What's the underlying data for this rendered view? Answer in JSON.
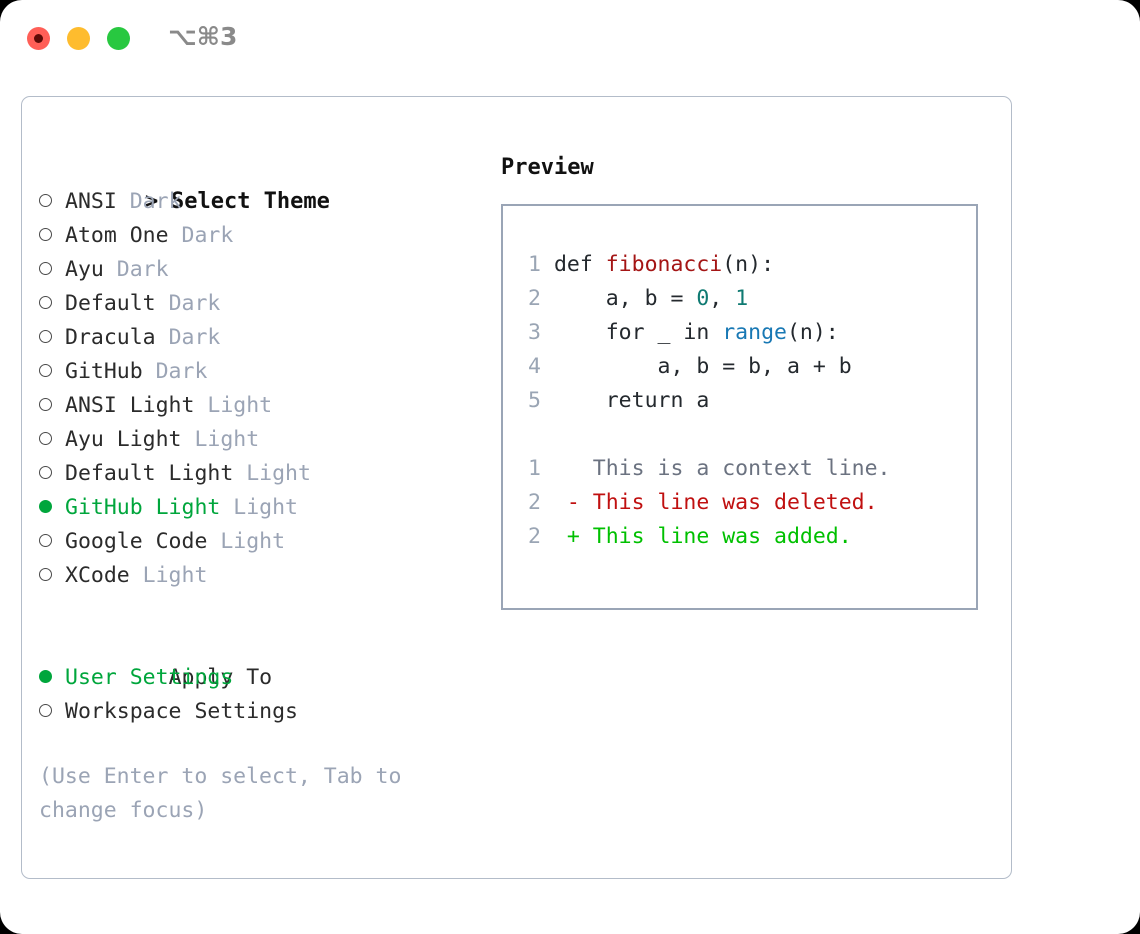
{
  "window": {
    "shortcut": "⌥⌘3",
    "traffic_lights": {
      "close": "#ff5f57",
      "minimize": "#febc2e",
      "maximize": "#28c840"
    }
  },
  "theme_picker": {
    "heading": "Select Theme",
    "heading_marker": ">",
    "items": [
      {
        "marker": "○",
        "label": "ANSI",
        "badge": "Dark",
        "selected": false
      },
      {
        "marker": "○",
        "label": "Atom One",
        "badge": "Dark",
        "selected": false
      },
      {
        "marker": "○",
        "label": "Ayu",
        "badge": "Dark",
        "selected": false
      },
      {
        "marker": "○",
        "label": "Default",
        "badge": "Dark",
        "selected": false
      },
      {
        "marker": "○",
        "label": "Dracula",
        "badge": "Dark",
        "selected": false
      },
      {
        "marker": "○",
        "label": "GitHub",
        "badge": "Dark",
        "selected": false
      },
      {
        "marker": "○",
        "label": "ANSI Light",
        "badge": "Light",
        "selected": false
      },
      {
        "marker": "○",
        "label": "Ayu Light",
        "badge": "Light",
        "selected": false
      },
      {
        "marker": "○",
        "label": "Default Light",
        "badge": "Light",
        "selected": false
      },
      {
        "marker": "●",
        "label": "GitHub Light",
        "badge": "Light",
        "selected": true
      },
      {
        "marker": "○",
        "label": "Google Code",
        "badge": "Light",
        "selected": false
      },
      {
        "marker": "○",
        "label": "XCode",
        "badge": "Light",
        "selected": false
      }
    ]
  },
  "apply_to": {
    "heading": "Apply To",
    "items": [
      {
        "marker": "●",
        "label": "User Settings",
        "selected": true
      },
      {
        "marker": "○",
        "label": "Workspace Settings",
        "selected": false
      }
    ]
  },
  "hint": "(Use Enter to select, Tab to change focus)",
  "preview": {
    "heading": "Preview",
    "code_lines": [
      {
        "number": "1",
        "indent": "",
        "tokens": [
          {
            "text": "def ",
            "type": "plain"
          },
          {
            "text": "fibonacci",
            "type": "fn"
          },
          {
            "text": "(n):",
            "type": "plain"
          }
        ]
      },
      {
        "number": "2",
        "indent": "    ",
        "tokens": [
          {
            "text": "a, b = ",
            "type": "plain"
          },
          {
            "text": "0",
            "type": "num"
          },
          {
            "text": ", ",
            "type": "plain"
          },
          {
            "text": "1",
            "type": "num"
          }
        ]
      },
      {
        "number": "3",
        "indent": "    ",
        "tokens": [
          {
            "text": "for _ in ",
            "type": "plain"
          },
          {
            "text": "range",
            "type": "call"
          },
          {
            "text": "(n):",
            "type": "plain"
          }
        ]
      },
      {
        "number": "4",
        "indent": "        ",
        "tokens": [
          {
            "text": "a, b = b, a + b",
            "type": "plain"
          }
        ]
      },
      {
        "number": "5",
        "indent": "    ",
        "tokens": [
          {
            "text": "return a",
            "type": "plain"
          }
        ]
      }
    ],
    "diff_lines": [
      {
        "number": "1",
        "sign": " ",
        "text": "This is a context line.",
        "type": "ctx"
      },
      {
        "number": "2",
        "sign": "-",
        "text": "This line was deleted.",
        "type": "del"
      },
      {
        "number": "2",
        "sign": "+",
        "text": "This line was added.",
        "type": "add"
      }
    ]
  },
  "colors": {
    "accent_green": "#00a63c",
    "badge_gray": "#9ba4b5",
    "border": "#b3bcc9",
    "preview_border": "#9aa5b6",
    "fn_red": "#a41515",
    "num_teal": "#0f7a72",
    "call_blue": "#1878b4",
    "diff_del": "#c01010",
    "diff_add": "#00c000"
  }
}
